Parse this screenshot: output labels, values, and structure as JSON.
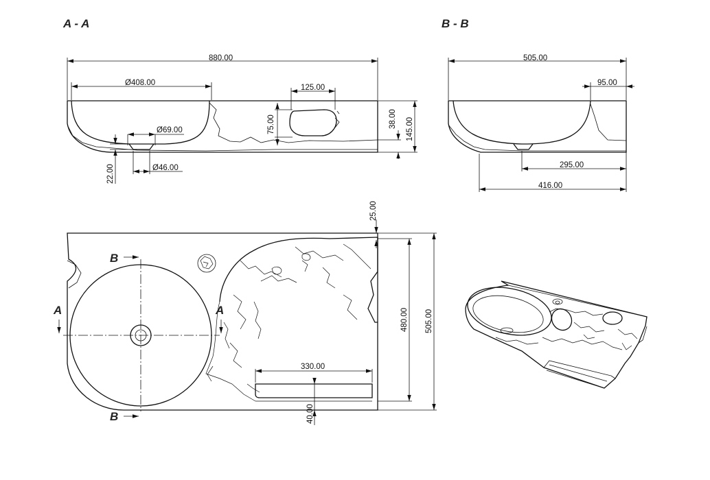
{
  "sections": {
    "aa_title": "A - A",
    "bb_title": "B - B",
    "cut_a_label": "A",
    "cut_b_label": "B"
  },
  "dimensions": {
    "aa_width": "880.00",
    "aa_bowl_dia": "Ø408.00",
    "aa_hole_width": "125.00",
    "aa_hole_height": "75.00",
    "aa_rim_height": "38.00",
    "aa_total_height": "145.00",
    "aa_drain_dia": "Ø69.00",
    "aa_drain_outlet_dia": "Ø46.00",
    "aa_drain_depth": "22.00",
    "bb_width": "505.00",
    "bb_back_offset": "95.00",
    "bb_drain_pos": "295.00",
    "bb_bowl_pos": "416.00",
    "plan_back_offset": "25.00",
    "plan_depth_inner": "480.00",
    "plan_depth_total": "505.00",
    "plan_shelf_width": "330.00",
    "plan_shelf_offset": "40.00"
  }
}
